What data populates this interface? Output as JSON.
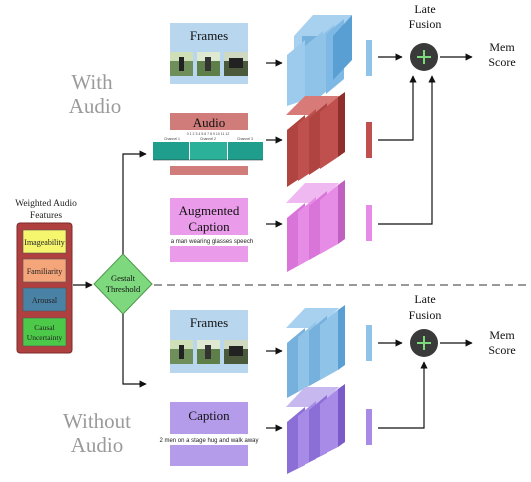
{
  "section_top": {
    "line1": "With",
    "line2": "Audio"
  },
  "section_bottom": {
    "line1": "Without",
    "line2": "Audio"
  },
  "weighted_features": {
    "title_line1": "Weighted Audio",
    "title_line2": "Features",
    "items": [
      {
        "label": "Imageability",
        "color": "#f5f56e"
      },
      {
        "label": "Familiarity",
        "color": "#f4a57a"
      },
      {
        "label": "Arousal",
        "color": "#4a82a5"
      },
      {
        "label": "Causal Uncertainty",
        "label_line1": "Causal",
        "label_line2": "Uncertainty",
        "color": "#4dc94a"
      }
    ],
    "panel_color": "#b04040"
  },
  "threshold": {
    "line1": "Gestalt",
    "line2": "Threshold",
    "color": "#7ed87e"
  },
  "top_branch": {
    "frames_label": "Frames",
    "audio_label": "Audio",
    "audio_channels": [
      "Channel 1",
      "Channel 2",
      "Channel 3"
    ],
    "audio_header": "0 1 2 3 4 5 6 7 8 9 10 11 12",
    "augmented_caption_line1": "Augmented",
    "augmented_caption_line2": "Caption",
    "augmented_caption_text": "a man wearing glasses speech",
    "fusion_line1": "Late",
    "fusion_line2": "Fusion",
    "output_line1": "Mem",
    "output_line2": "Score"
  },
  "bottom_branch": {
    "frames_label": "Frames",
    "caption_label": "Caption",
    "caption_text": "2 men on a stage hug and walk away",
    "fusion_line1": "Late",
    "fusion_line2": "Fusion",
    "output_line1": "Mem",
    "output_line2": "Score"
  },
  "colors": {
    "frames": "#8fc3e8",
    "audio": "#c0504d",
    "augmented": "#e68be6",
    "caption": "#a78be6",
    "fusion_node": "#3a3a3a",
    "plus": "#7ed87e"
  }
}
